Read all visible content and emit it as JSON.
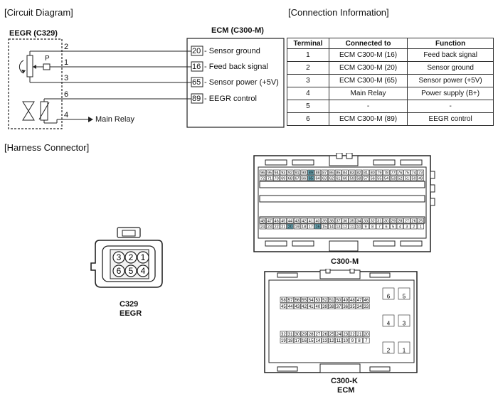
{
  "sections": {
    "circuit": "[Circuit Diagram]",
    "connection": "[Connection Information]",
    "harness": "[Harness Connector]"
  },
  "circuit": {
    "eegr_title": "EEGR (C329)",
    "ecm_title": "ECM (C300-M)",
    "pins": [
      "2",
      "1",
      "3",
      "6",
      "4"
    ],
    "p_label": "P",
    "ecm_terminals": [
      {
        "num": "20",
        "label": "- Sensor ground"
      },
      {
        "num": "16",
        "label": "- Feed back signal"
      },
      {
        "num": "65",
        "label": "- Sensor power (+5V)"
      },
      {
        "num": "89",
        "label": "- EEGR control"
      }
    ],
    "main_relay": "Main Relay"
  },
  "connection_table": {
    "headers": [
      "Terminal",
      "Connected to",
      "Function"
    ],
    "rows": [
      [
        "1",
        "ECM C300-M (16)",
        "Feed back signal"
      ],
      [
        "2",
        "ECM C300-M (20)",
        "Sensor ground"
      ],
      [
        "3",
        "ECM C300-M (65)",
        "Sensor power (+5V)"
      ],
      [
        "4",
        "Main Relay",
        "Power supply (B+)"
      ],
      [
        "5",
        "-",
        "-"
      ],
      [
        "6",
        "ECM C300-M (89)",
        "EEGR control"
      ]
    ]
  },
  "harness": {
    "c329": {
      "pins_top": [
        "3",
        "2",
        "1"
      ],
      "pins_bottom": [
        "6",
        "5",
        "4"
      ],
      "name": "C329",
      "sub": "EEGR"
    },
    "c300m": {
      "name": "C300-M",
      "row1": [
        "96",
        "95",
        "94",
        "93",
        "92",
        "91",
        "90",
        "89",
        "88",
        "87",
        "86",
        "85",
        "84",
        "83",
        "82",
        "81",
        "80",
        "79",
        "78",
        "77",
        "76",
        "75",
        "74",
        "73"
      ],
      "row2": [
        "72",
        "71",
        "70",
        "69",
        "68",
        "67",
        "66",
        "65",
        "64",
        "63",
        "62",
        "61",
        "60",
        "59",
        "58",
        "57",
        "56",
        "55",
        "54",
        "53",
        "52",
        "51",
        "50",
        "49"
      ],
      "row3": [
        "48",
        "47",
        "46",
        "45",
        "44",
        "43",
        "42",
        "41",
        "40",
        "39",
        "38",
        "37",
        "36",
        "35",
        "34",
        "33",
        "32",
        "31",
        "30",
        "29",
        "28",
        "27",
        "26",
        "25"
      ],
      "row4": [
        "24",
        "23",
        "22",
        "21",
        "20",
        "19",
        "18",
        "17",
        "16",
        "15",
        "14",
        "13",
        "12",
        "11",
        "10",
        "9",
        "8",
        "7",
        "6",
        "5",
        "4",
        "3",
        "2",
        "1"
      ],
      "highlight": [
        "89",
        "65",
        "20",
        "16"
      ],
      "highlight_color": "#6aa7b5"
    },
    "c300k": {
      "name": "C300-K",
      "sub": "ECM",
      "row1": [
        "58",
        "57",
        "56",
        "55",
        "54",
        "53",
        "52",
        "51",
        "50",
        "49",
        "48",
        "47",
        "46"
      ],
      "row2": [
        "45",
        "44",
        "43",
        "42",
        "41",
        "40",
        "39",
        "38",
        "37",
        "36",
        "35",
        "34",
        "33"
      ],
      "row3": [
        "32",
        "31",
        "30",
        "29",
        "28",
        "27",
        "26",
        "25",
        "24",
        "23",
        "22",
        "21",
        "20"
      ],
      "row4": [
        "19",
        "18",
        "17",
        "16",
        "15",
        "14",
        "13",
        "12",
        "11",
        "10",
        "9",
        "8",
        "7"
      ],
      "right_pins": [
        [
          "6",
          "5"
        ],
        [
          "4",
          "3"
        ],
        [
          "2",
          "1"
        ]
      ]
    }
  }
}
